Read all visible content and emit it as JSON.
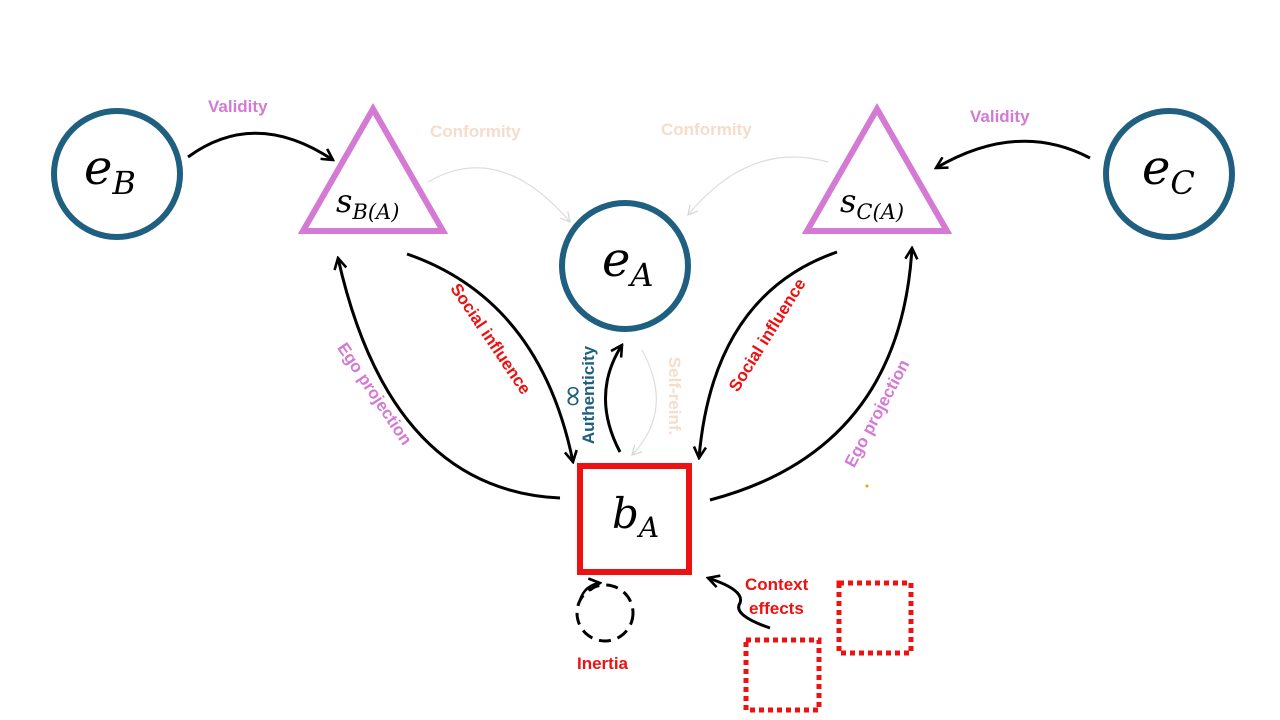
{
  "nodes": {
    "e_b": {
      "symbol": "e",
      "sub": "B"
    },
    "e_a": {
      "symbol": "e",
      "sub": "A"
    },
    "e_c": {
      "symbol": "e",
      "sub": "C"
    },
    "s_ba": {
      "symbol": "s",
      "sub": "B(A)"
    },
    "s_ca": {
      "symbol": "s",
      "sub": "C(A)"
    },
    "b_a": {
      "symbol": "b",
      "sub": "A"
    }
  },
  "labels": {
    "validity_left": "Validity",
    "validity_right": "Validity",
    "conformity_left": "Conformity",
    "conformity_right": "Conformity",
    "social_influence_left": "Social influence",
    "social_influence_right": "Social influence",
    "ego_projection_left": "Ego projection",
    "ego_projection_right": "Ego projection",
    "authenticity": "Authenticity",
    "self_reinf": "Self-reinf.",
    "infinity": "∞",
    "context_effects_line1": "Context",
    "context_effects_line2": "effects",
    "inertia": "Inertia"
  },
  "colors": {
    "entity_circle": "#1f5f80",
    "perception_triangle": "#d47ad4",
    "behavior_box": "#ee1111",
    "social_influence": "#ee1111",
    "ego_projection": "#d47ad4",
    "validity": "#d47ad4",
    "authenticity": "#1f5f80",
    "faded_label": "#f5dccb",
    "faded_arrow": "#dddddd",
    "arrow": "#000000"
  }
}
